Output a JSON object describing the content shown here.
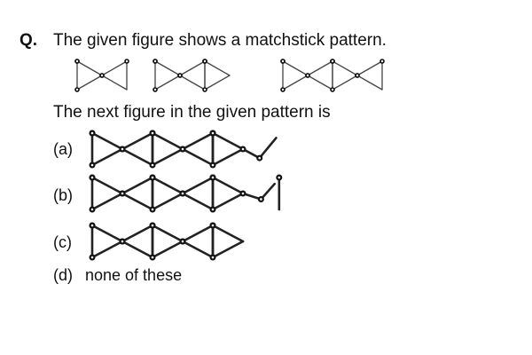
{
  "question": {
    "label": "Q.",
    "text": "The given figure shows a matchstick pattern.",
    "subtext": "The next figure in the given pattern is"
  },
  "pattern_figures": [
    {
      "name": "pattern-figure-1",
      "groups": 2,
      "tail": "none"
    },
    {
      "name": "pattern-figure-2",
      "groups": 3,
      "tail": "none"
    },
    {
      "name": "pattern-figure-3",
      "groups": 4,
      "tail": "none"
    }
  ],
  "options": [
    {
      "id": "a",
      "label": "(a)",
      "figure": {
        "groups": 5,
        "tail": "open"
      }
    },
    {
      "id": "b",
      "label": "(b)",
      "figure": {
        "groups": 5,
        "tail": "bar"
      }
    },
    {
      "id": "c",
      "label": "(c)",
      "figure": {
        "groups": 5,
        "tail": "none"
      }
    },
    {
      "id": "d",
      "label": "(d)",
      "text": "none of these"
    }
  ],
  "colors": {
    "text": "#111111",
    "stick": "#333333",
    "background": "#ffffff"
  }
}
